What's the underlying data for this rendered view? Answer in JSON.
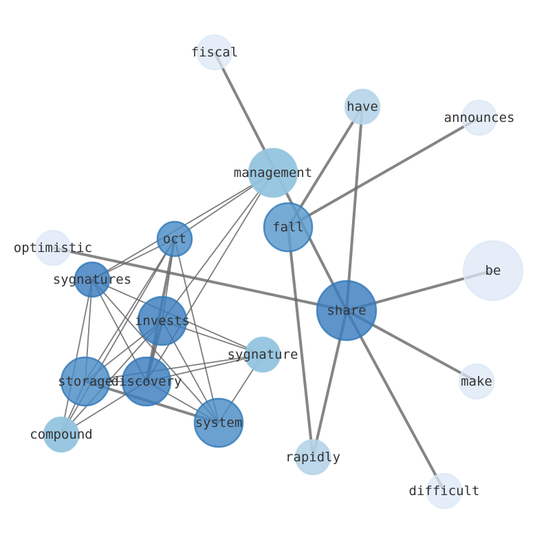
{
  "nodes": [
    {
      "id": "fiscal",
      "label": "fiscal",
      "weight": 1
    },
    {
      "id": "have",
      "label": "have",
      "weight": 2
    },
    {
      "id": "announces",
      "label": "announces",
      "weight": 1
    },
    {
      "id": "management",
      "label": "management",
      "weight": 3
    },
    {
      "id": "fall",
      "label": "fall",
      "weight": 4
    },
    {
      "id": "optimistic",
      "label": "optimistic",
      "weight": 1
    },
    {
      "id": "oct",
      "label": "oct",
      "weight": 5
    },
    {
      "id": "sygnatures",
      "label": "sygnatures",
      "weight": 6
    },
    {
      "id": "be",
      "label": "be",
      "weight": 1
    },
    {
      "id": "invests",
      "label": "invests",
      "weight": 6
    },
    {
      "id": "share",
      "label": "share",
      "weight": 6
    },
    {
      "id": "sygnature",
      "label": "sygnature",
      "weight": 3
    },
    {
      "id": "storage",
      "label": "storage",
      "weight": 5
    },
    {
      "id": "discovery",
      "label": "discovery",
      "weight": 6
    },
    {
      "id": "make",
      "label": "make",
      "weight": 1
    },
    {
      "id": "system",
      "label": "system",
      "weight": 5
    },
    {
      "id": "compound",
      "label": "compound",
      "weight": 3
    },
    {
      "id": "rapidly",
      "label": "rapidly",
      "weight": 2
    },
    {
      "id": "difficult",
      "label": "difficult",
      "weight": 1
    }
  ],
  "edges": [
    [
      "fiscal",
      "share",
      3
    ],
    [
      "have",
      "fall",
      3
    ],
    [
      "have",
      "share",
      3
    ],
    [
      "announces",
      "fall",
      3
    ],
    [
      "optimistic",
      "share",
      3
    ],
    [
      "share",
      "be",
      3
    ],
    [
      "share",
      "make",
      3
    ],
    [
      "share",
      "difficult",
      3
    ],
    [
      "share",
      "rapidly",
      3
    ],
    [
      "fall",
      "rapidly",
      3
    ],
    [
      "management",
      "oct",
      1
    ],
    [
      "management",
      "sygnatures",
      1
    ],
    [
      "management",
      "invests",
      1
    ],
    [
      "management",
      "discovery",
      1
    ],
    [
      "oct",
      "sygnatures",
      1
    ],
    [
      "oct",
      "storage",
      1
    ],
    [
      "oct",
      "compound",
      1
    ],
    [
      "oct",
      "discovery",
      3
    ],
    [
      "oct",
      "invests",
      1
    ],
    [
      "oct",
      "system",
      1
    ],
    [
      "sygnatures",
      "storage",
      1
    ],
    [
      "sygnatures",
      "compound",
      1
    ],
    [
      "sygnatures",
      "discovery",
      1
    ],
    [
      "sygnatures",
      "system",
      1
    ],
    [
      "sygnatures",
      "sygnature",
      1
    ],
    [
      "invests",
      "storage",
      1
    ],
    [
      "invests",
      "compound",
      1
    ],
    [
      "invests",
      "discovery",
      3
    ],
    [
      "invests",
      "system",
      1
    ],
    [
      "invests",
      "sygnature",
      1
    ],
    [
      "storage",
      "sygnature",
      1
    ],
    [
      "discovery",
      "sygnature",
      1
    ],
    [
      "storage",
      "system",
      3
    ],
    [
      "storage",
      "discovery",
      1
    ],
    [
      "storage",
      "compound",
      1
    ],
    [
      "sygnature",
      "system",
      1
    ],
    [
      "compound",
      "discovery",
      1
    ],
    [
      "discovery",
      "system",
      1
    ]
  ]
}
